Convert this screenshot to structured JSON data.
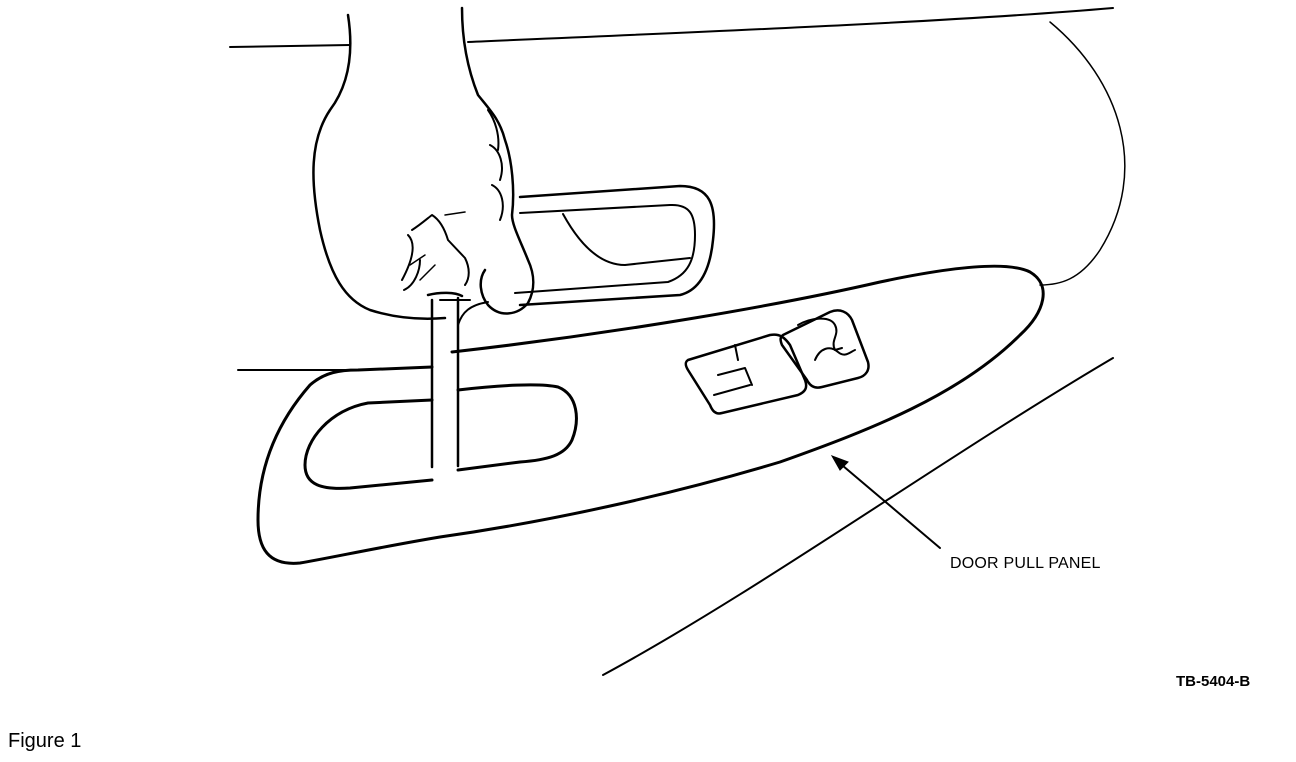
{
  "diagram": {
    "callout_label": "DOOR PULL PANEL",
    "part_number": "TB-5404-B",
    "caption": "Figure 1",
    "line_color": "#000000",
    "background_color": "#ffffff"
  }
}
